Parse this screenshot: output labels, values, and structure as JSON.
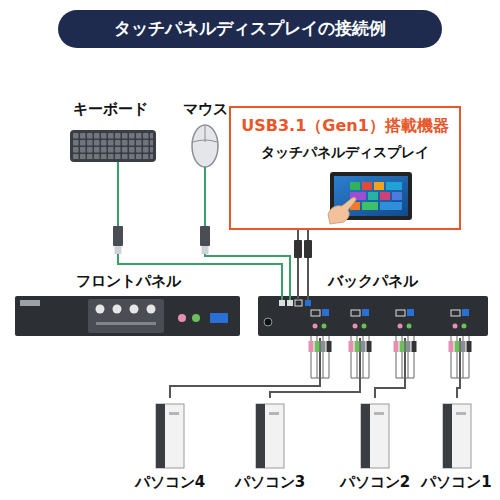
{
  "diagram": {
    "title": "タッチパネルディスプレイの接続例",
    "nodes": [
      {
        "text": [
          "キーボード"
        ]
      },
      {
        "text": [
          "マウス"
        ]
      },
      {
        "text": [
          "USB3.1（Gen1）搭載機器",
          "タッチパネルディスプレイ"
        ]
      },
      {
        "text": [
          "フロントパネル"
        ]
      },
      {
        "text": [
          "バックパネル"
        ]
      },
      {
        "text": [
          "パソコン4"
        ]
      },
      {
        "text": [
          "パソコン3"
        ]
      },
      {
        "text": [
          "パソコン2"
        ]
      },
      {
        "text": [
          "パソコン1"
        ]
      }
    ],
    "edges": [
      {
        "from": 0,
        "to": 4,
        "arrow": "none"
      },
      {
        "from": 1,
        "to": 4,
        "arrow": "none"
      },
      {
        "from": 2,
        "to": 4,
        "arrow": "none"
      },
      {
        "from": 4,
        "to": 5,
        "arrow": "none"
      },
      {
        "from": 4,
        "to": 6,
        "arrow": "none"
      },
      {
        "from": 4,
        "to": 7,
        "arrow": "none"
      },
      {
        "from": 4,
        "to": 8,
        "arrow": "none"
      }
    ]
  }
}
